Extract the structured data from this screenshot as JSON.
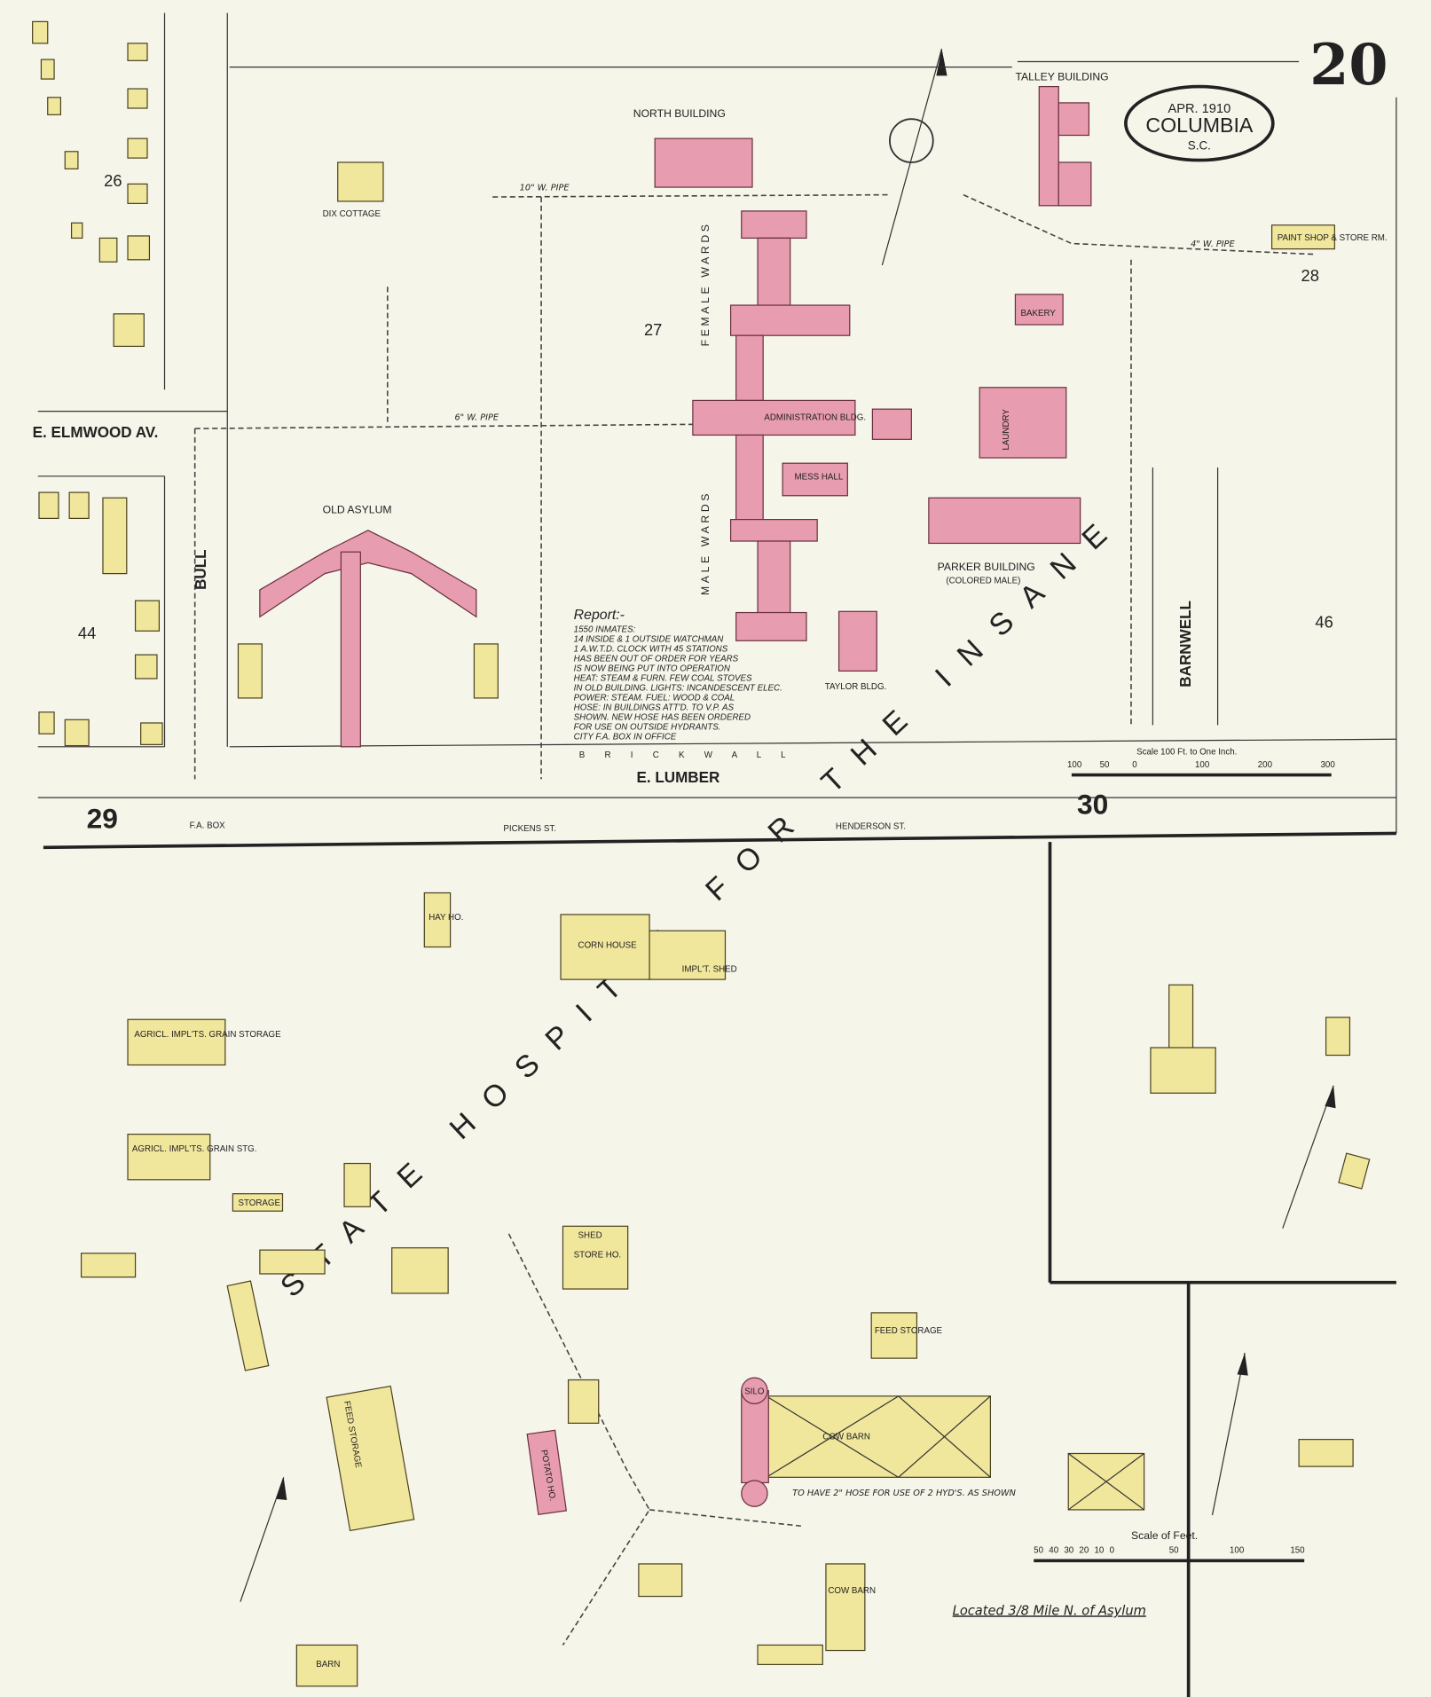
{
  "sheet": {
    "page_number": "20",
    "cartouche": {
      "date": "APR. 1910",
      "city": "COLUMBIA",
      "state": "S.C."
    }
  },
  "institution_title": "STATE HOSPITAL FOR THE INSANE",
  "streets": {
    "elmwood": "E. ELMWOOD AV.",
    "bull": "BULL",
    "lumber": "E. LUMBER",
    "barnwell": "BARNWELL",
    "pickens": "PICKENS ST.",
    "henderson": "HENDERSON ST."
  },
  "blocks": [
    "26",
    "27",
    "28",
    "44",
    "46",
    "29",
    "30"
  ],
  "buildings": {
    "north_building": "NORTH BUILDING",
    "talley_building": "TALLEY BUILDING",
    "dix_cottage": "DIX COTTAGE",
    "old_asylum": "OLD ASYLUM",
    "administration": "ADMINISTRATION BLDG.",
    "mess_hall": "MESS HALL",
    "parker_building": "PARKER BUILDING",
    "parker_sub": "(COLORED MALE)",
    "taylor_bldg": "TAYLOR BLDG.",
    "female_wards": "FEMALE WARDS",
    "male_wards": "MALE WARDS",
    "laundry": "LAUNDRY",
    "bakery": "BAKERY",
    "paint_shop": "PAINT SHOP & STORE RM.",
    "corn_house": "CORN HOUSE",
    "impl_shed": "IMPL'T. SHED",
    "agri_1": "AGRICL. IMPL'TS. GRAIN STORAGE",
    "agri_2": "AGRICL. IMPL'TS. GRAIN STG.",
    "storage": "STORAGE",
    "shed": "SHED",
    "store_ho": "STORE HO.",
    "feed_storage": "FEED STORAGE",
    "cow_barn": "COW BARN",
    "hay_ho": "HAY HO.",
    "potato_ho": "POTATO HO.",
    "barn": "BARN",
    "silo": "SILO"
  },
  "report": {
    "heading": "Report:-",
    "lines": [
      "1550 INMATES:",
      "14 INSIDE & 1 OUTSIDE WATCHMAN",
      "1 A.W.T.D. CLOCK WITH 45 STATIONS",
      "HAS BEEN OUT OF ORDER FOR YEARS",
      "IS NOW BEING PUT INTO OPERATION",
      "HEAT: STEAM & FURN. FEW COAL STOVES",
      "IN OLD BUILDING. LIGHTS: INCANDESCENT ELEC.",
      "POWER: STEAM. FUEL: WOOD & COAL",
      "HOSE: IN BUILDINGS ATT'D. TO V.P. AS",
      "SHOWN. NEW HOSE HAS BEEN ORDERED",
      "FOR USE ON OUTSIDE HYDRANTS.",
      "CITY F.A. BOX IN OFFICE"
    ]
  },
  "annotations": {
    "pipe_10": "10\" W. PIPE",
    "pipe_6": "6\" W. PIPE",
    "pipe_4": "4\" W. PIPE",
    "brick_wall": "B R I C K   W A L L",
    "hose_note": "TO HAVE 2\" HOSE FOR USE OF 2 HYD'S. AS SHOWN",
    "located": "Located 3/8 Mile N. of Asylum",
    "fa_box": "F.A. BOX"
  },
  "scales": {
    "top": {
      "label": "Scale 100 Ft. to One Inch.",
      "ticks": [
        "100",
        "50",
        "0",
        "100",
        "200",
        "300"
      ]
    },
    "bottom": {
      "label": "Scale of Feet.",
      "ticks": [
        "50",
        "40",
        "30",
        "20",
        "10",
        "0",
        "50",
        "100",
        "150"
      ]
    }
  },
  "colors": {
    "brick": "#e89cb0",
    "frame": "#f1e79c",
    "paper": "#f6f5ea"
  }
}
